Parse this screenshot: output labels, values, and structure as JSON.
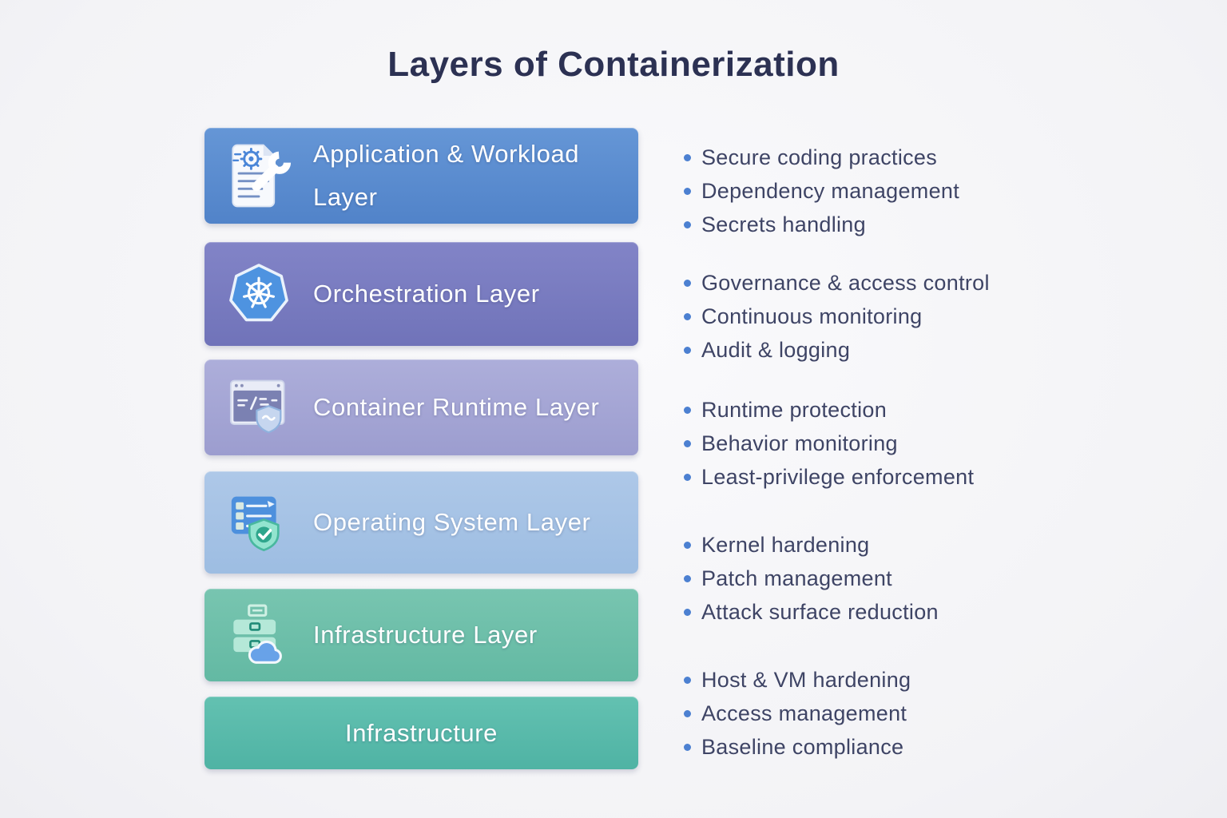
{
  "title": "Layers of Containerization",
  "colors": {
    "title_text": "#2c3153",
    "bullet_dot": "#4c80d1",
    "bullet_text": "#3e4465",
    "layer_label_text": "#ffffff"
  },
  "layers": [
    {
      "label": "Application & Workload Layer",
      "icon": "document-gear-wrench-icon",
      "colors": [
        "#6596d6",
        "#5183c9"
      ]
    },
    {
      "label": "Orchestration Layer",
      "icon": "kubernetes-helm-icon",
      "colors": [
        "#8284c7",
        "#7073b9"
      ]
    },
    {
      "label": "Container Runtime Layer",
      "icon": "terminal-shield-icon",
      "colors": [
        "#adaeda",
        "#9c9dcf"
      ]
    },
    {
      "label": "Operating System Layer",
      "icon": "checklist-shield-icon",
      "colors": [
        "#aec8e8",
        "#9dbde2"
      ]
    },
    {
      "label": "Infrastructure Layer",
      "icon": "server-cloud-icon",
      "colors": [
        "#78c5b0",
        "#63b9a3"
      ]
    },
    {
      "label": "Infrastructure",
      "icon": "",
      "colors": [
        "#63c1b1",
        "#4fb3a4"
      ]
    }
  ],
  "bullet_groups": [
    {
      "items": [
        "Secure coding practices",
        "Dependency management",
        "Secrets handling"
      ]
    },
    {
      "items": [
        "Governance & access control",
        "Continuous monitoring",
        "Audit & logging"
      ]
    },
    {
      "items": [
        "Runtime protection",
        "Behavior monitoring",
        "Least-privilege enforcement"
      ]
    },
    {
      "items": [
        "Kernel hardening",
        "Patch management",
        "Attack surface reduction"
      ]
    },
    {
      "items": [
        "Host & VM hardening",
        "Access management",
        "Baseline compliance"
      ]
    }
  ]
}
